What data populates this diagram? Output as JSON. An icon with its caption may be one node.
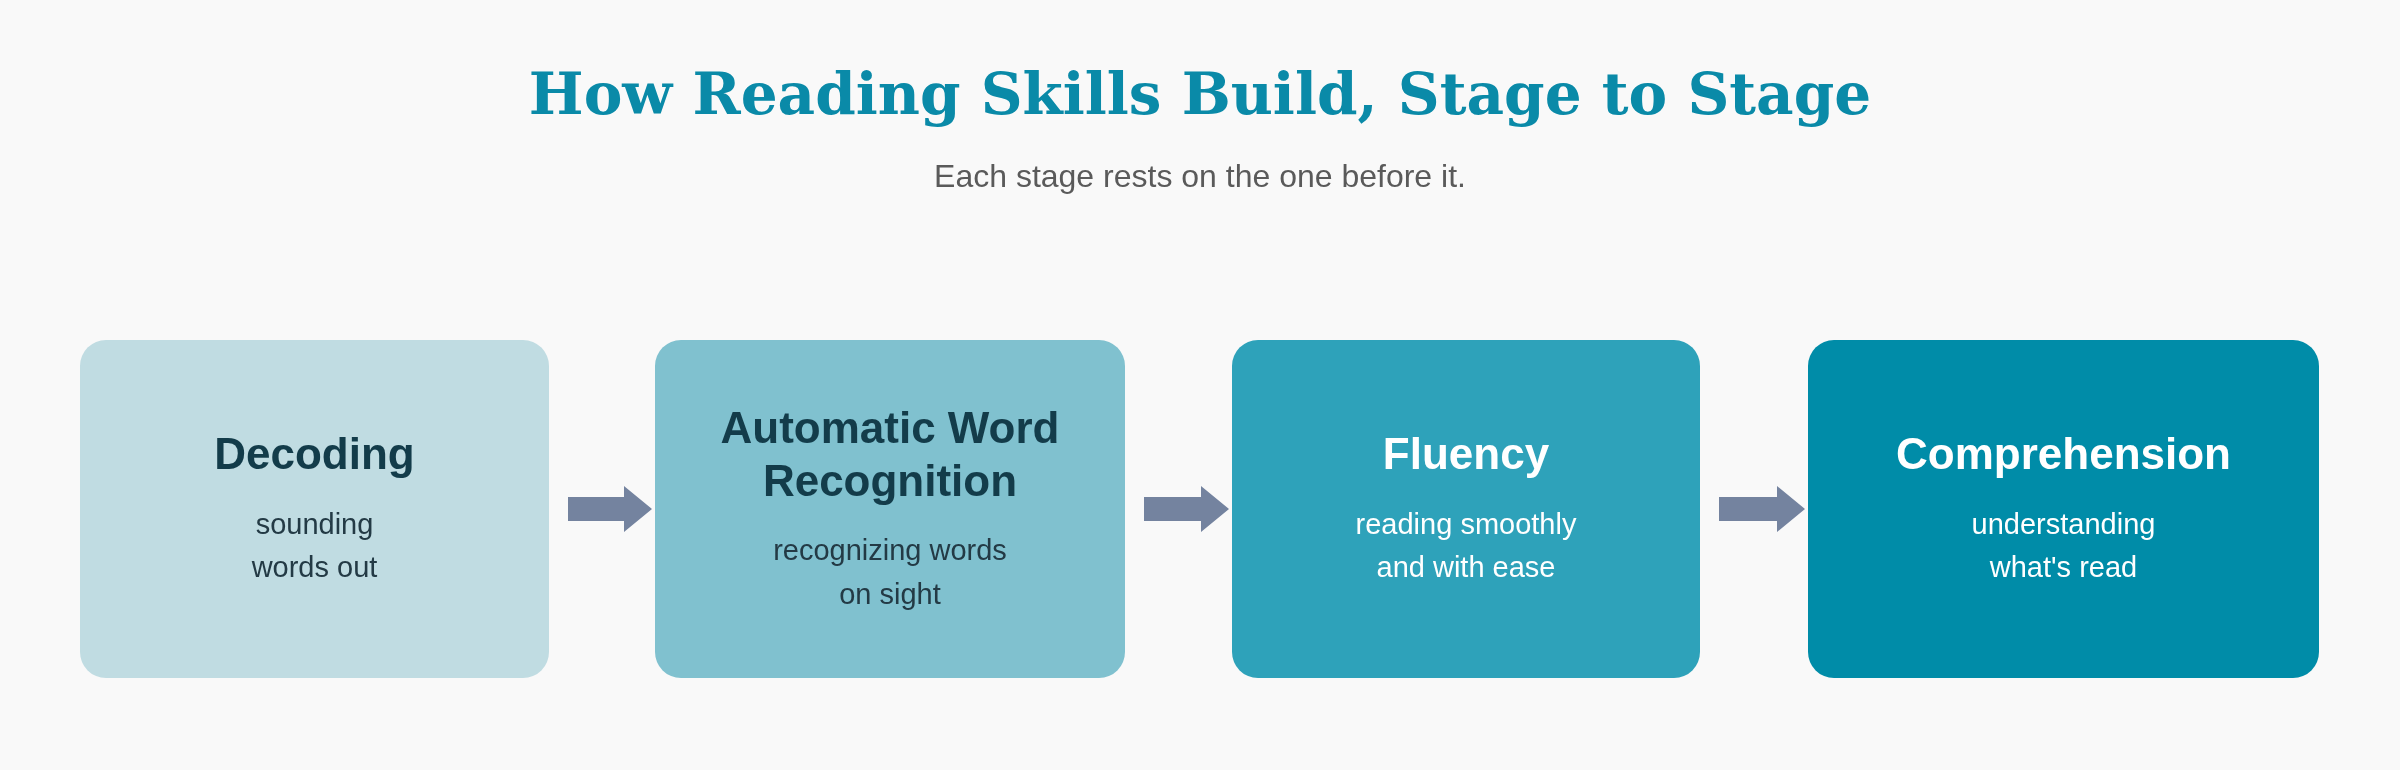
{
  "diagram": {
    "title": "How Reading Skills Build, Stage to Stage",
    "caption": "Each stage rests on the one before it.",
    "nodes": [
      {
        "text": [
          "Decoding",
          "sounding words out"
        ]
      },
      {
        "text": [
          "Automatic Word Recognition",
          "recognizing words on sight"
        ]
      },
      {
        "text": [
          "Fluency",
          "reading smoothly and with ease"
        ]
      },
      {
        "text": [
          "Comprehension",
          "understanding what's read"
        ]
      }
    ],
    "edges": [
      {
        "from": 0,
        "to": 1,
        "arrow": "to"
      },
      {
        "from": 1,
        "to": 2,
        "arrow": "to"
      },
      {
        "from": 2,
        "to": 3,
        "arrow": "to"
      }
    ]
  }
}
